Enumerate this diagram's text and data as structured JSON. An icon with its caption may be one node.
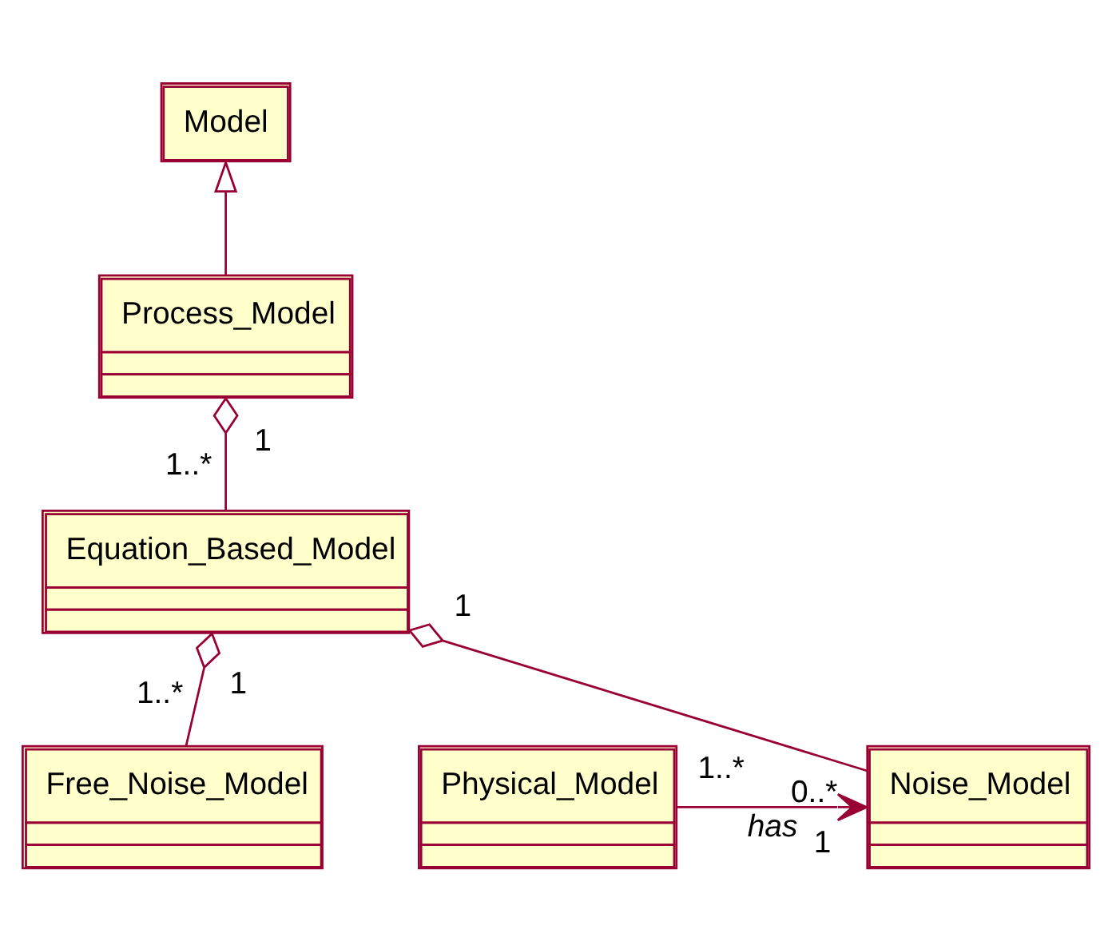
{
  "diagram": {
    "nodes": [
      {
        "text": [
          "Model"
        ]
      },
      {
        "text": [
          "Process_Model"
        ]
      },
      {
        "text": [
          "Equation_Based_Model"
        ]
      },
      {
        "text": [
          "Free_Noise_Model"
        ]
      },
      {
        "text": [
          "Physical_Model"
        ]
      },
      {
        "text": [
          "Noise_Model"
        ]
      }
    ],
    "edges": [
      {
        "from": 1,
        "to": 0,
        "arrow": "to"
      },
      {
        "from": 2,
        "to": 1,
        "arrow": "other"
      },
      {
        "from": 3,
        "to": 2,
        "arrow": "other"
      },
      {
        "from": 5,
        "to": 2,
        "arrow": "other"
      },
      {
        "from": 4,
        "to": 5,
        "arrow": "to",
        "label": "has"
      }
    ],
    "labels": [
      "1",
      "1..*",
      "1",
      "1",
      "1..*",
      "0..*",
      "1..*",
      "1"
    ]
  }
}
